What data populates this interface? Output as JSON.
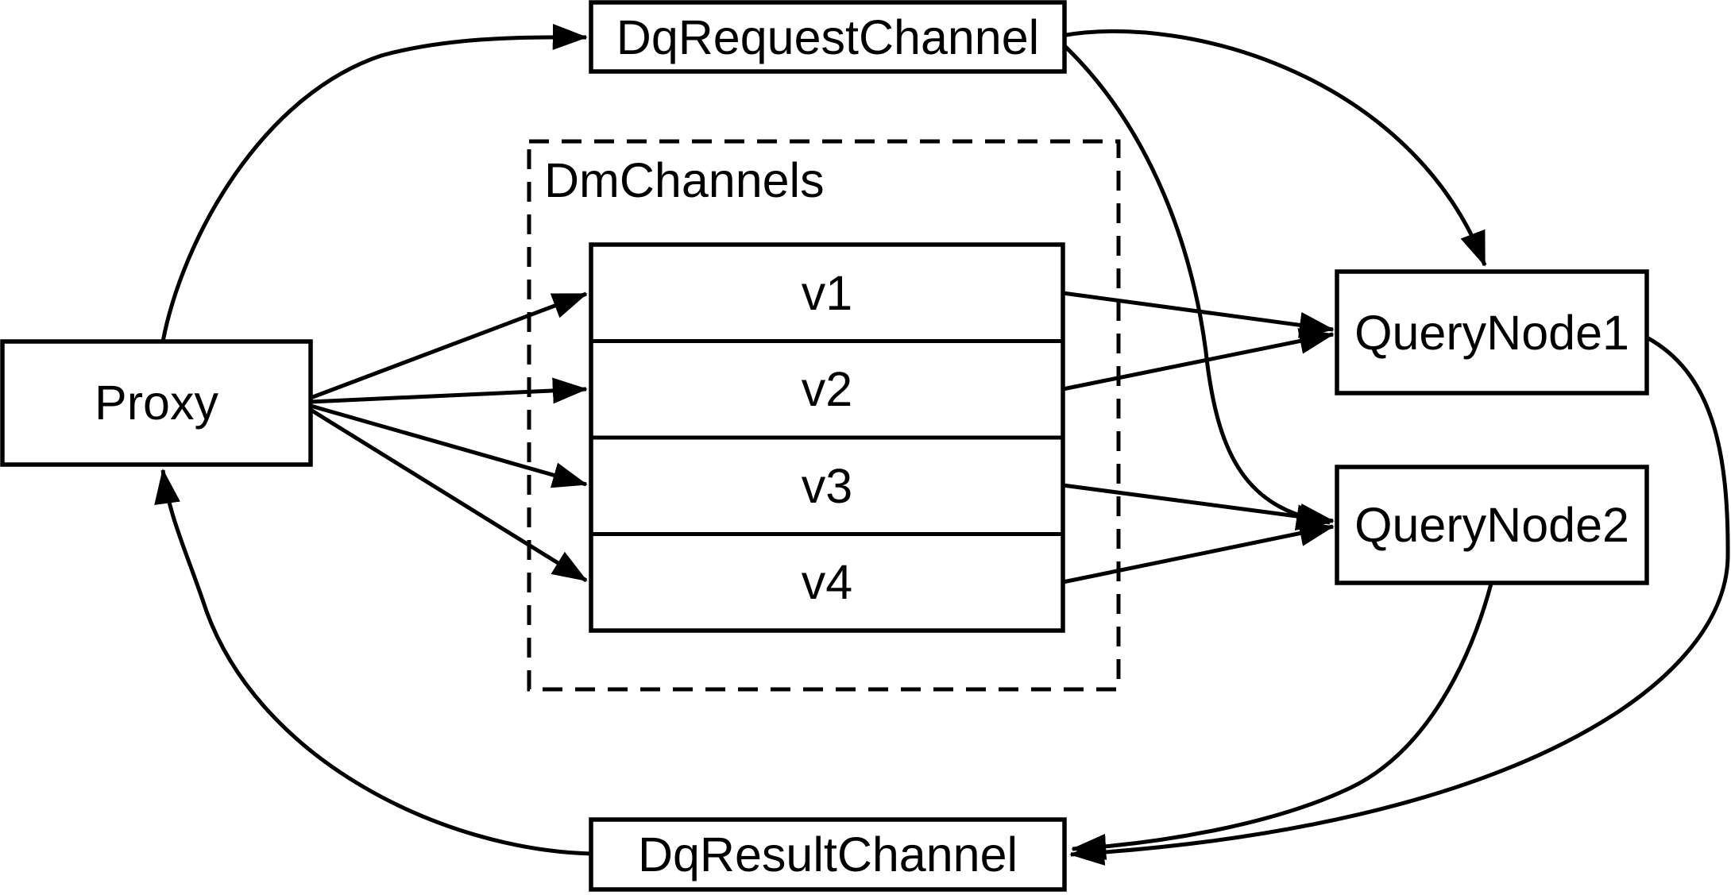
{
  "diagram": {
    "colors": {
      "stroke": "#000000",
      "background": "#ffffff"
    },
    "nodes": {
      "proxy": {
        "label": "Proxy"
      },
      "dq_request_channel": {
        "label": "DqRequestChannel"
      },
      "dm_channels": {
        "label": "DmChannels",
        "channels": [
          "v1",
          "v2",
          "v3",
          "v4"
        ]
      },
      "query_node_1": {
        "label": "QueryNode1"
      },
      "query_node_2": {
        "label": "QueryNode2"
      },
      "dq_result_channel": {
        "label": "DqResultChannel"
      }
    },
    "edges": [
      {
        "from": "Proxy",
        "to": "DqRequestChannel"
      },
      {
        "from": "DqRequestChannel",
        "to": "QueryNode1"
      },
      {
        "from": "DqRequestChannel",
        "to": "QueryNode2"
      },
      {
        "from": "Proxy",
        "to": "v1"
      },
      {
        "from": "Proxy",
        "to": "v2"
      },
      {
        "from": "Proxy",
        "to": "v3"
      },
      {
        "from": "Proxy",
        "to": "v4"
      },
      {
        "from": "v1",
        "to": "QueryNode1"
      },
      {
        "from": "v2",
        "to": "QueryNode1"
      },
      {
        "from": "v3",
        "to": "QueryNode2"
      },
      {
        "from": "v4",
        "to": "QueryNode2"
      },
      {
        "from": "QueryNode1",
        "to": "DqResultChannel"
      },
      {
        "from": "QueryNode2",
        "to": "DqResultChannel"
      },
      {
        "from": "DqResultChannel",
        "to": "Proxy"
      }
    ]
  }
}
